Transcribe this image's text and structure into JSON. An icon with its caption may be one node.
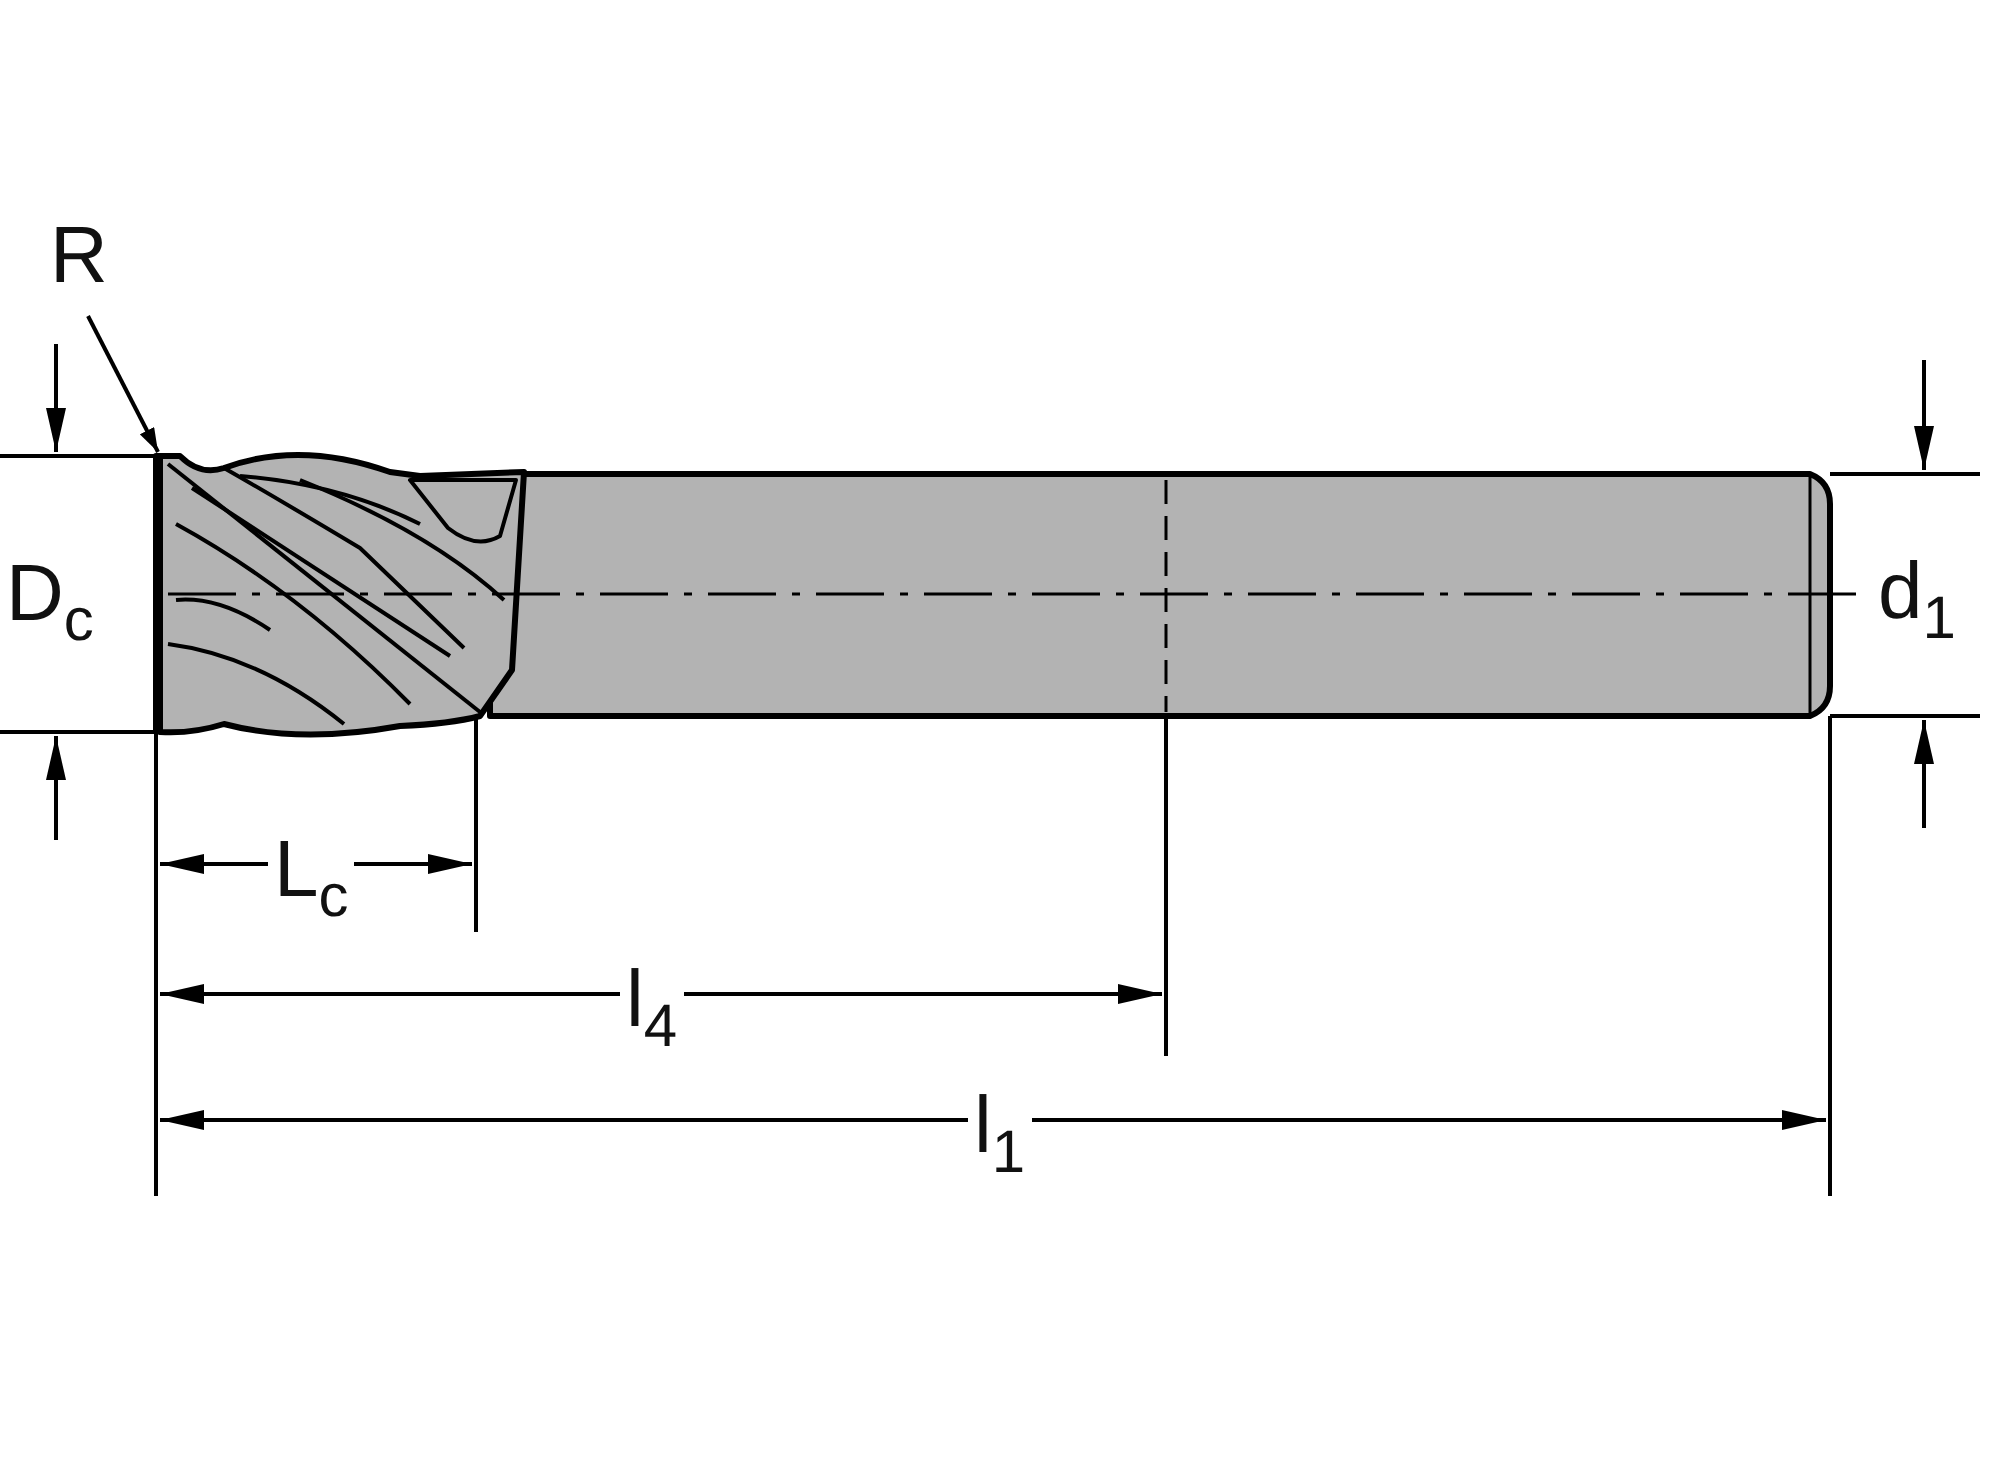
{
  "diagram": {
    "nodes": [
      {
        "text": [
          "R"
        ]
      },
      {
        "text": [],
        "shape": "picture"
      }
    ],
    "edges": [
      {
        "from": 0,
        "to": 1,
        "arrow": "to"
      }
    ],
    "labels": [
      "D$_{c}$",
      "d$_{1}$",
      "L$_{c}$",
      "l$_{4}$",
      "l$_{1}$"
    ]
  }
}
